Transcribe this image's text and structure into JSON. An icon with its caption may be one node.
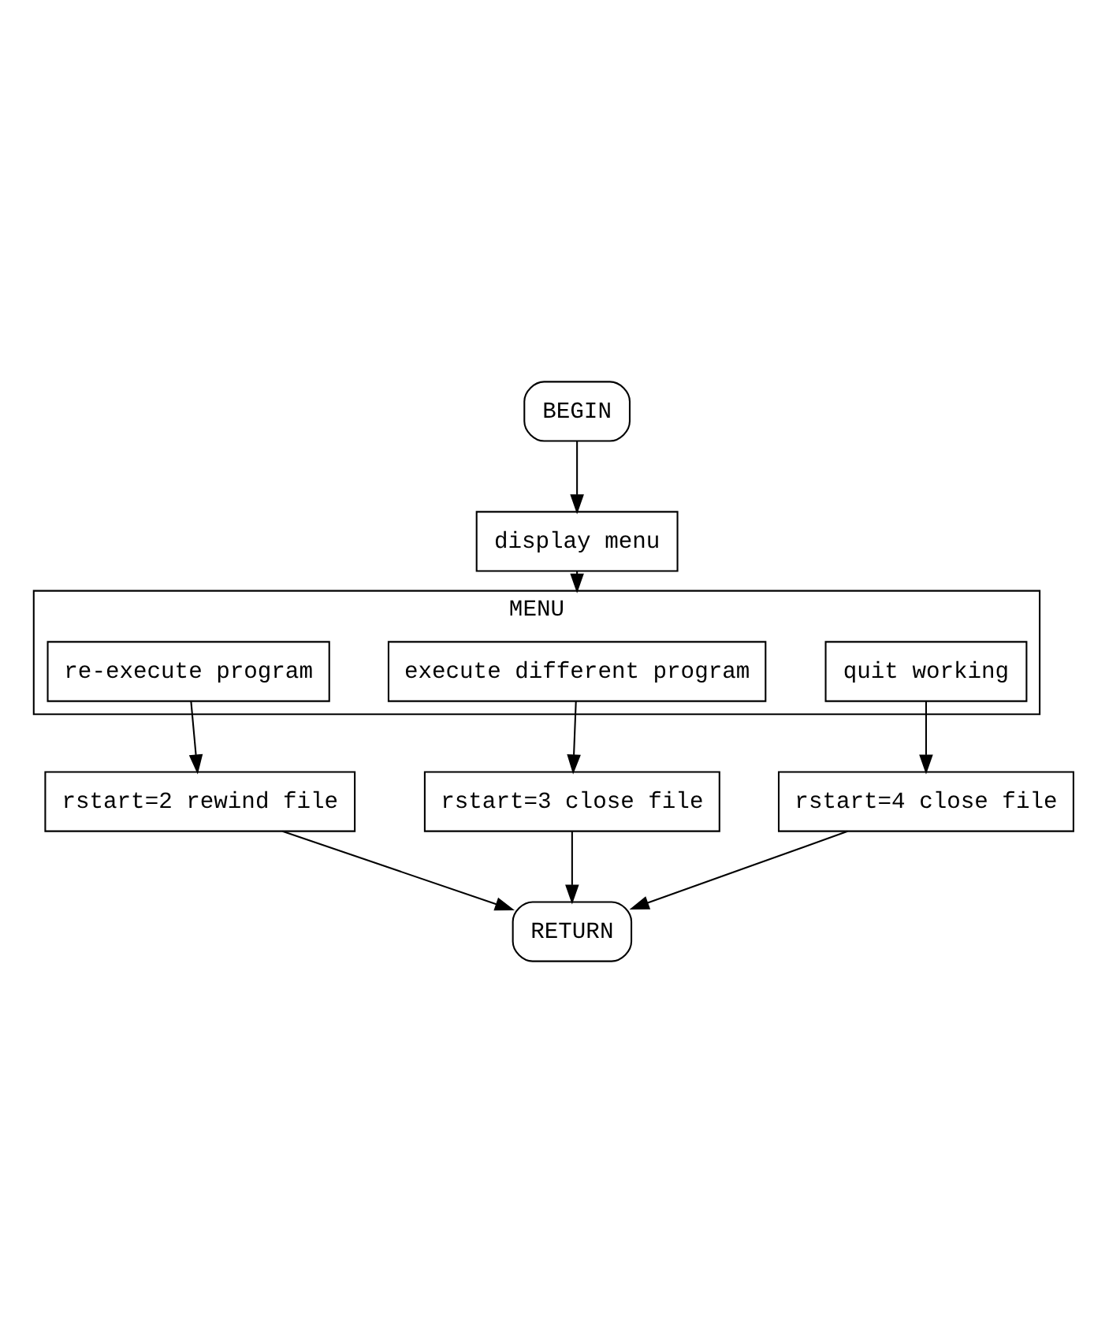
{
  "diagram": {
    "nodes": [
      {
        "text": [
          "BEGIN"
        ]
      },
      {
        "text": [
          "display menu"
        ]
      },
      {
        "text": [
          "MENU"
        ]
      },
      {
        "text": [
          "re-execute program"
        ],
        "in": 2
      },
      {
        "text": [
          "execute different program"
        ],
        "in": 2
      },
      {
        "text": [
          "quit working"
        ],
        "in": 2
      },
      {
        "text": [
          "rstart=2 rewind file"
        ]
      },
      {
        "text": [
          "rstart=3 close file"
        ]
      },
      {
        "text": [
          "rstart=4 close file"
        ]
      },
      {
        "text": [
          "RETURN"
        ]
      }
    ],
    "edges": [
      {
        "from": 0,
        "to": 1,
        "arrow": "to"
      },
      {
        "from": 1,
        "to": 2,
        "arrow": "to"
      },
      {
        "from": 3,
        "to": 6,
        "arrow": "to"
      },
      {
        "from": 4,
        "to": 7,
        "arrow": "to"
      },
      {
        "from": 5,
        "to": 8,
        "arrow": "to"
      },
      {
        "from": 6,
        "to": 9,
        "arrow": "to"
      },
      {
        "from": 7,
        "to": 9,
        "arrow": "to"
      },
      {
        "from": 8,
        "to": 9,
        "arrow": "to"
      }
    ]
  }
}
